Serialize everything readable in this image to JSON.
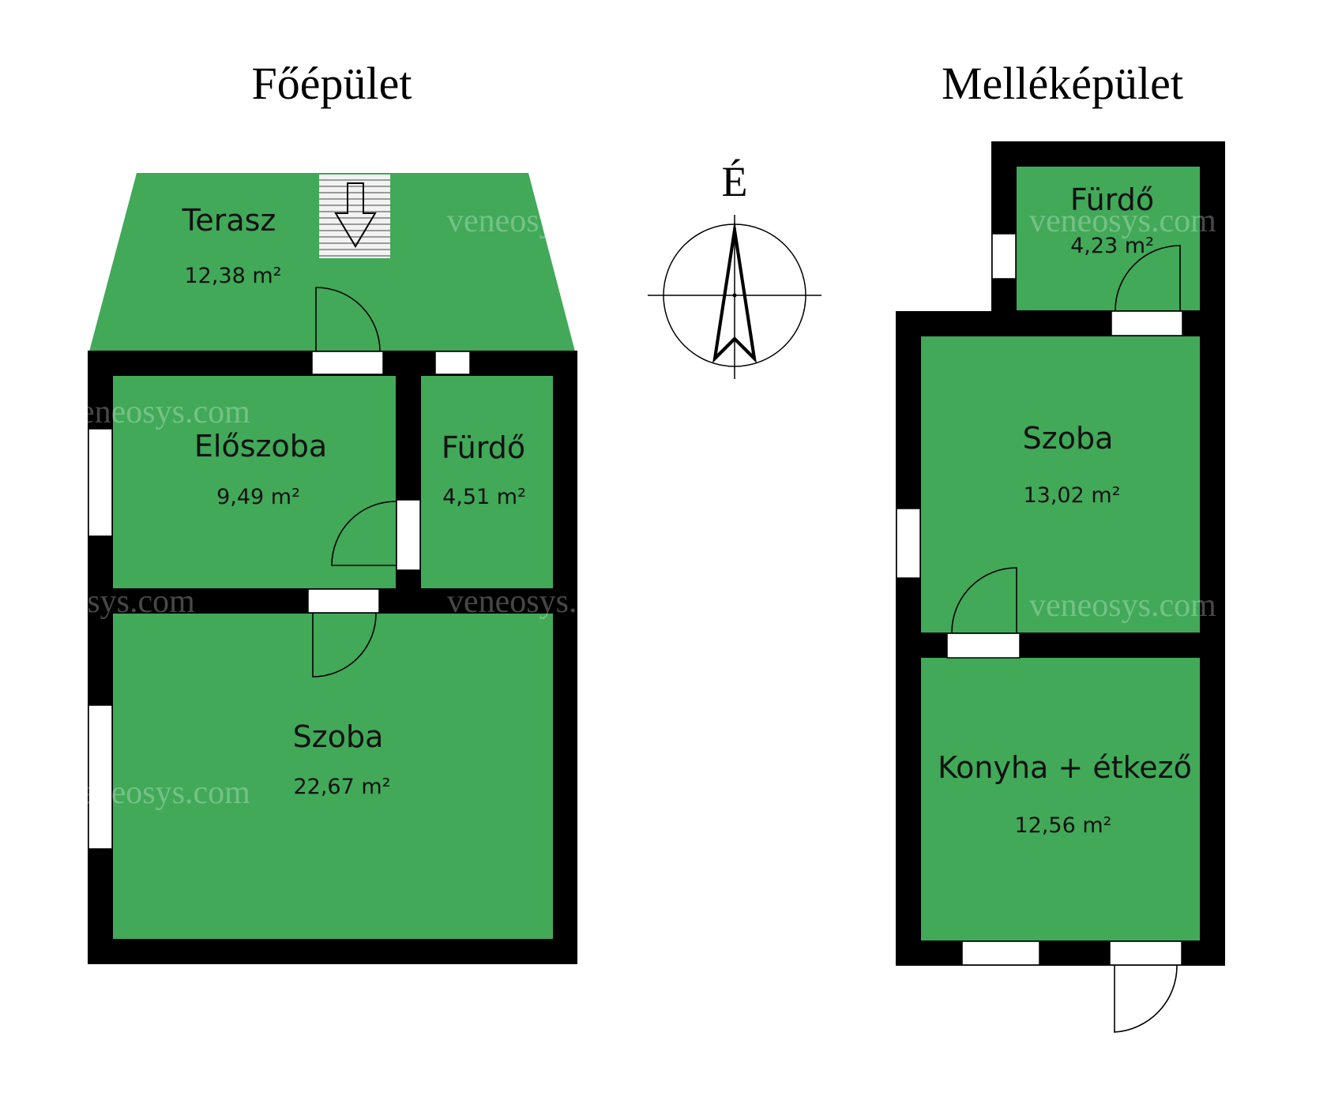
{
  "titles": {
    "main_building": "Főépület",
    "annex_building": "Melléképület"
  },
  "compass": {
    "north_label": "É"
  },
  "main_building": {
    "terrace": {
      "name": "Terasz",
      "area": "12,38 m²"
    },
    "hall": {
      "name": "Előszoba",
      "area": "9,49 m²"
    },
    "bathroom": {
      "name": "Fürdő",
      "area": "4,51 m²"
    },
    "room": {
      "name": "Szoba",
      "area": "22,67 m²"
    }
  },
  "annex_building": {
    "bathroom": {
      "name": "Fürdő",
      "area": "4,23 m²"
    },
    "room": {
      "name": "Szoba",
      "area": "13,02 m²"
    },
    "kitchen": {
      "name": "Konyha + étkező",
      "area": "12,56 m²"
    }
  },
  "watermark": {
    "text": "veneosys.com"
  },
  "colors": {
    "room_fill": "#41a958",
    "wall": "#000000",
    "background": "#ffffff"
  }
}
